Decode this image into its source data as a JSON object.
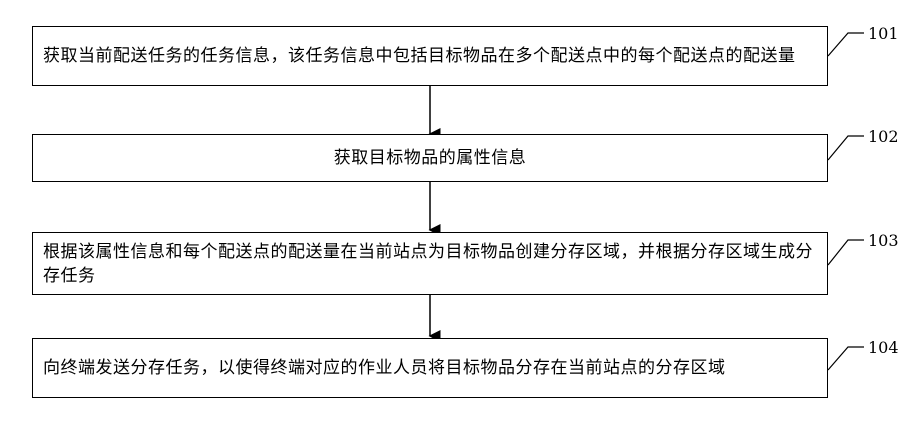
{
  "steps": [
    {
      "num": "101",
      "text": "获取当前配送任务的任务信息，该任务信息中包括目标物品在多个配送点中的每个配送点的配送量"
    },
    {
      "num": "102",
      "text": "获取目标物品的属性信息"
    },
    {
      "num": "103",
      "text": "根据该属性信息和每个配送点的配送量在当前站点为目标物品创建分存区域，并根据分存区域生成分存任务"
    },
    {
      "num": "104",
      "text": "向终端发送分存任务，以使得终端对应的作业人员将目标物品分存在当前站点的分存区域"
    }
  ]
}
